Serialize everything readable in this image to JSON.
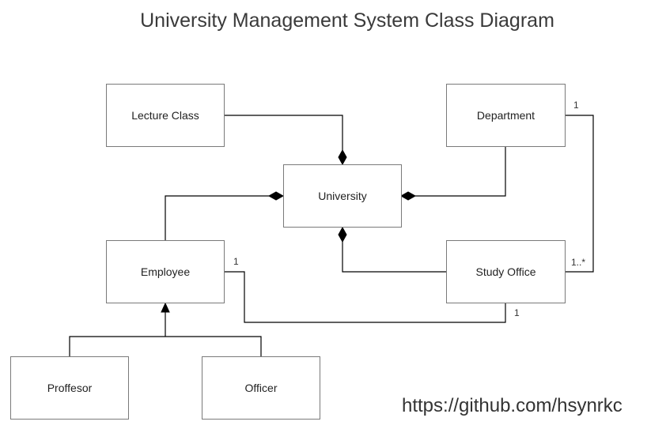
{
  "title": "University Management System Class Diagram",
  "classes": {
    "lecture_class": "Lecture Class",
    "department": "Department",
    "university": "University",
    "employee": "Employee",
    "study_office": "Study Office",
    "proffesor": "Proffesor",
    "officer": "Officer"
  },
  "multiplicities": {
    "department_to_study_office": "1",
    "study_office_from_department": "1..*",
    "employee_to_study_office": "1",
    "study_office_from_employee": "1"
  },
  "relationships": [
    {
      "from": "Lecture Class",
      "to": "University",
      "type": "composition"
    },
    {
      "from": "Department",
      "to": "University",
      "type": "composition"
    },
    {
      "from": "Employee",
      "to": "University",
      "type": "composition"
    },
    {
      "from": "Study Office",
      "to": "University",
      "type": "composition"
    },
    {
      "from": "Department",
      "to": "Study Office",
      "type": "association"
    },
    {
      "from": "Employee",
      "to": "Study Office",
      "type": "association"
    },
    {
      "from": "Proffesor",
      "to": "Employee",
      "type": "generalization"
    },
    {
      "from": "Officer",
      "to": "Employee",
      "type": "generalization"
    }
  ],
  "credit": "https://github.com/hsynrkc",
  "colors": {
    "line": "#000000",
    "box_border": "#7a7a7a",
    "text": "#222222"
  }
}
